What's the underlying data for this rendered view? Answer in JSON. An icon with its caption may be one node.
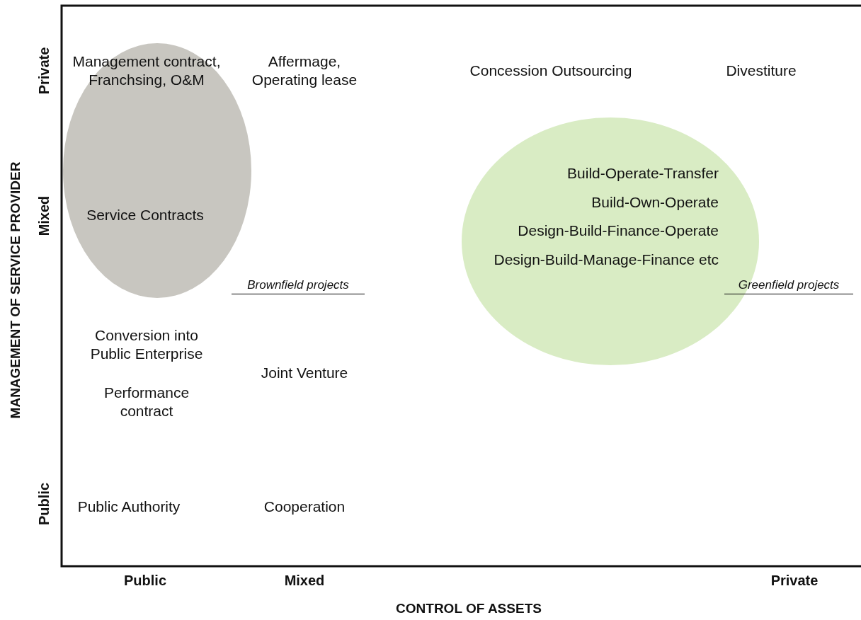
{
  "diagram": {
    "nodes": [
      {
        "text": [
          "Management contract, Franchsing, O&M",
          "Service Contracts"
        ]
      },
      {
        "text": [
          "Build-Operate-Transfer",
          "Build-Own-Operate",
          "Design-Build-Finance-Operate",
          "Design-Build-Manage-Finance etc"
        ]
      }
    ],
    "labels": [
      "Affermage, Operating lease",
      "Concession Outsourcing",
      "Divestiture",
      "Brownfield projects",
      "Greenfield projects",
      "Conversion into Public Enterprise",
      "Performance contract",
      "Joint Venture",
      "Public Authority",
      "Cooperation",
      "Private",
      "Mixed",
      "Public",
      "MANAGEMENT OF SERVICE PROVIDER",
      "Public",
      "Mixed",
      "Private",
      "CONTROL OF ASSETS"
    ]
  }
}
